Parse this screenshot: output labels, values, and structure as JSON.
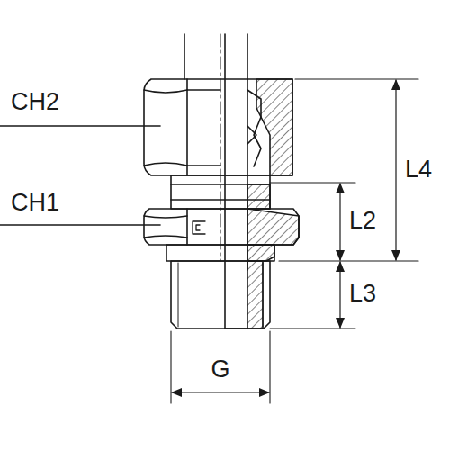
{
  "diagram": {
    "labels": [
      "CH2",
      "CH1",
      "L4",
      "L2",
      "L3",
      "G"
    ]
  }
}
